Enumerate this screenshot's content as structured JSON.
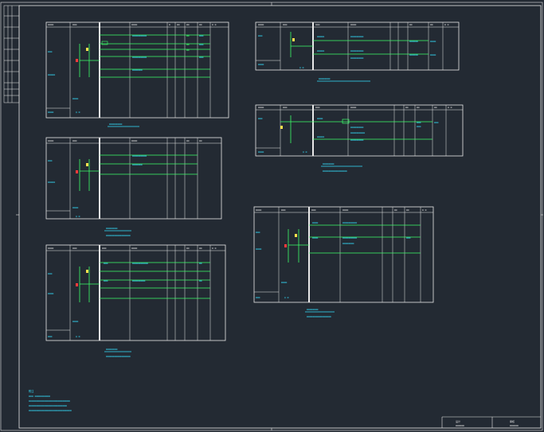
{
  "colors": {
    "background": "#232a33",
    "border": "#e8e8e8",
    "wire_green": "#3cff6a",
    "text_cyan": "#34e0ff",
    "breaker_red": "#ff3b3b",
    "breaker_yellow": "#ffe14d"
  },
  "drawing": {
    "notes_heading": "附注",
    "title_block_cells": [
      "设计",
      "审核"
    ]
  }
}
